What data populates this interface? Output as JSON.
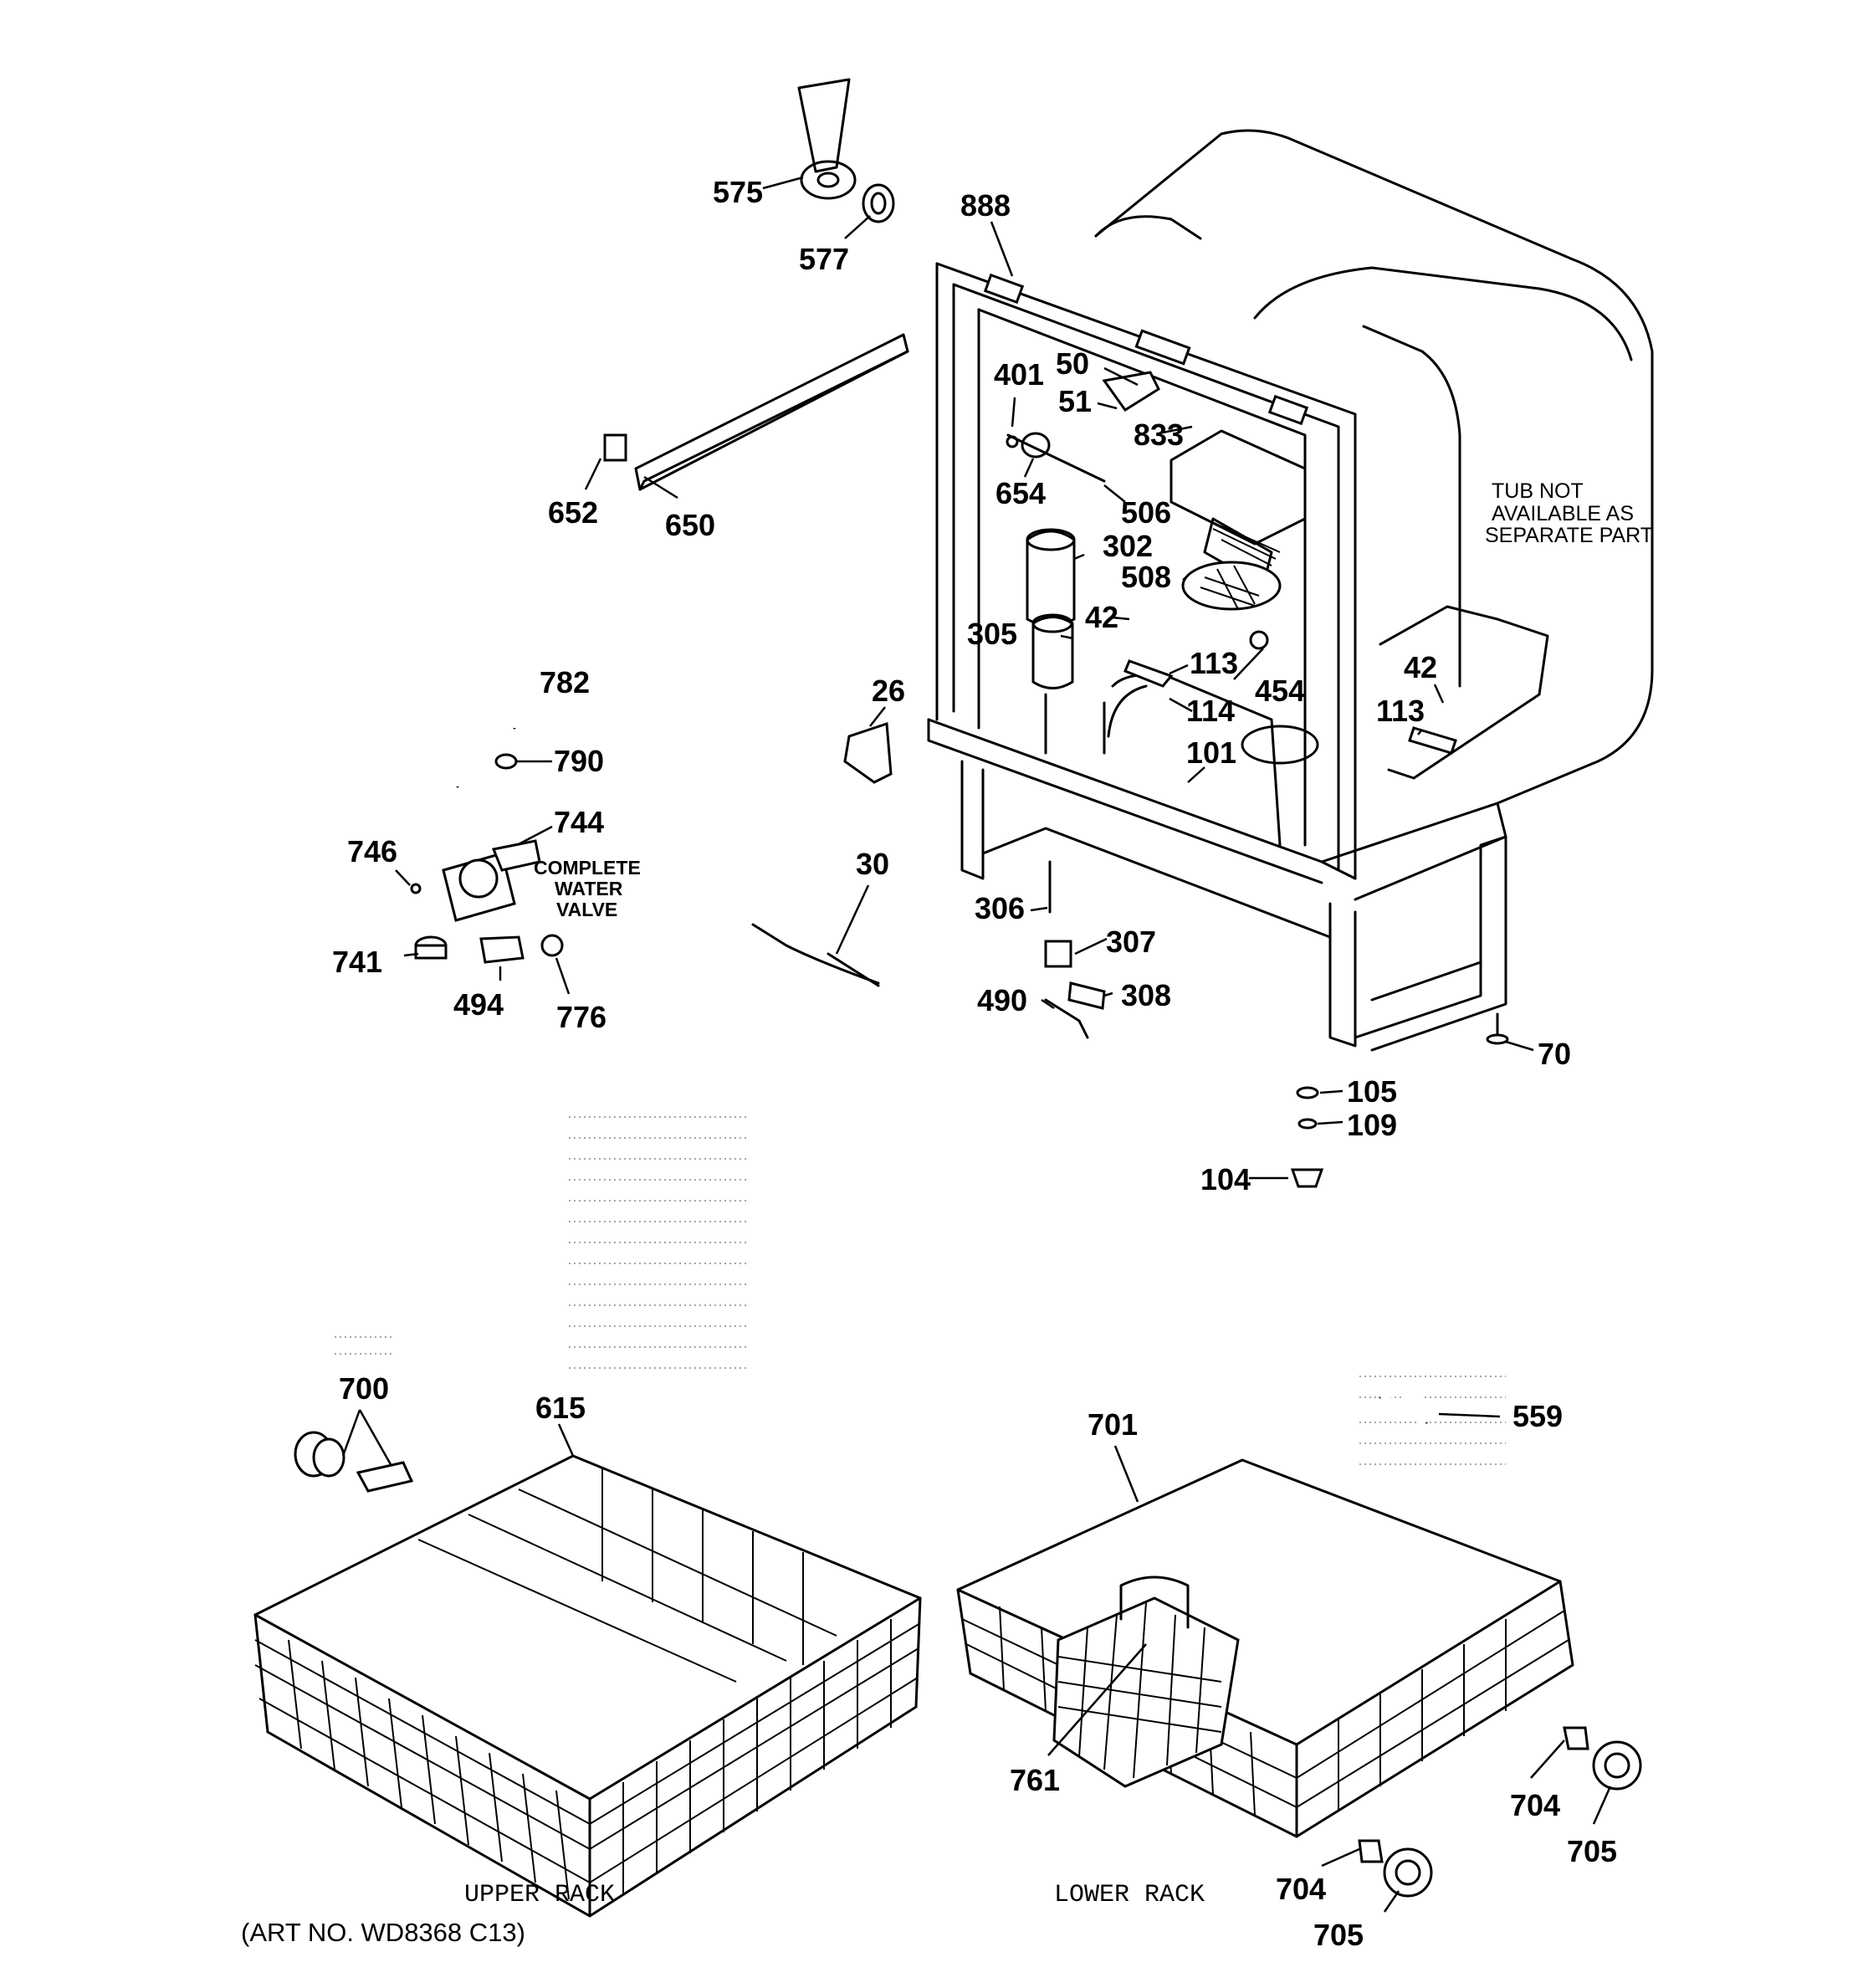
{
  "labels": {
    "p575": "575",
    "p577": "577",
    "p888": "888",
    "p652": "652",
    "p650": "650",
    "p401": "401",
    "p50": "50",
    "p51": "51",
    "p833": "833",
    "p654": "654",
    "p506": "506",
    "p302": "302",
    "p508": "508",
    "p42a": "42",
    "p305": "305",
    "p113a": "113",
    "p454": "454",
    "p114": "114",
    "p101": "101",
    "p42b": "42",
    "p113b": "113",
    "p26": "26",
    "p782": "782",
    "p790": "790",
    "p744": "744",
    "p746": "746",
    "p741": "741",
    "p494": "494",
    "p776": "776",
    "p30": "30",
    "p306": "306",
    "p307": "307",
    "p308": "308",
    "p490": "490",
    "p70": "70",
    "p105": "105",
    "p109": "109",
    "p104": "104",
    "p700": "700",
    "p615": "615",
    "p701": "701",
    "p559": "559",
    "p761": "761",
    "p704a": "704",
    "p705a": "705",
    "p704b": "704",
    "p705b": "705"
  },
  "notes": {
    "tub_line1": "TUB NOT",
    "tub_line2": "AVAILABLE AS",
    "tub_line3": "SEPARATE PART",
    "valve_line1": "COMPLETE",
    "valve_line2": "WATER",
    "valve_line3": "VALVE",
    "upper_rack": "UPPER RACK",
    "lower_rack": "LOWER RACK",
    "art_no": "(ART NO. WD8368 C13)"
  }
}
